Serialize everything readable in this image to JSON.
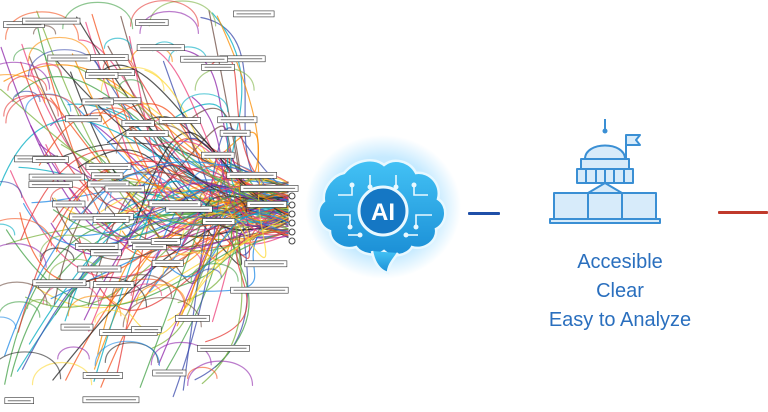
{
  "brain": {
    "label": "AI"
  },
  "taglines": [
    "Accesible",
    "Clear",
    "Easy to Analyze"
  ],
  "colors": {
    "accent": "#2a6fbe",
    "brain_glow": "#8fd6ff",
    "brain_fill": "#1fa8e8",
    "connector_left": "#1f4fa8",
    "connector_right": "#c0392b",
    "capitol_fill": "#d7ebfa",
    "capitol_stroke": "#3a8fd4"
  },
  "icons": {
    "tangle": "data-tangle-icon",
    "brain": "ai-brain-icon",
    "capitol": "capitol-building-icon"
  }
}
